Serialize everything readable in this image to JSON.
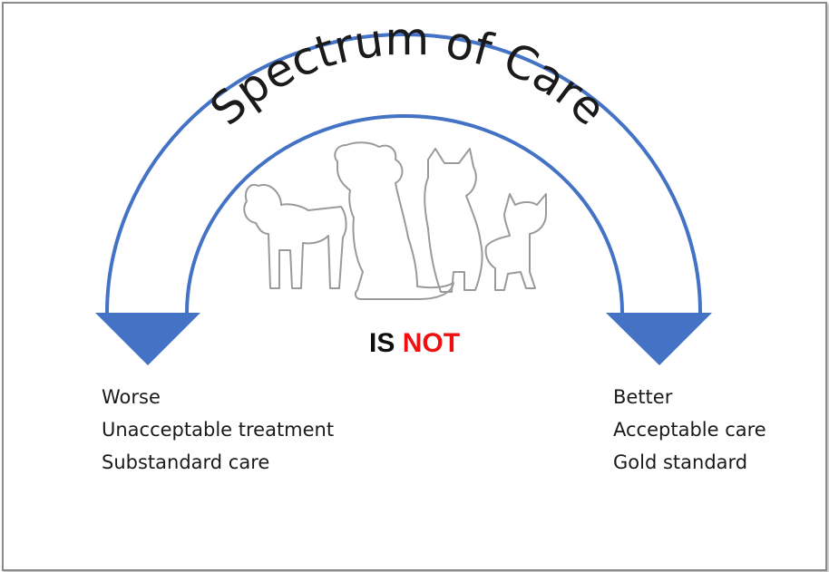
{
  "title": "Spectrum of Care",
  "center_label": {
    "word1": "IS",
    "word2": "NOT"
  },
  "left_list": [
    "Worse",
    "Unacceptable treatment",
    "Substandard care"
  ],
  "right_list": [
    "Better",
    "Acceptable care",
    "Gold standard"
  ],
  "colors": {
    "arc": "#4472c4",
    "arrowhead": "#4472c4",
    "not_text": "#ee1111",
    "dog_outline": "#9a9a9a"
  },
  "icons": [
    "spectrum-arc",
    "left-arrowhead",
    "right-arrowhead",
    "dogs-illustration"
  ]
}
